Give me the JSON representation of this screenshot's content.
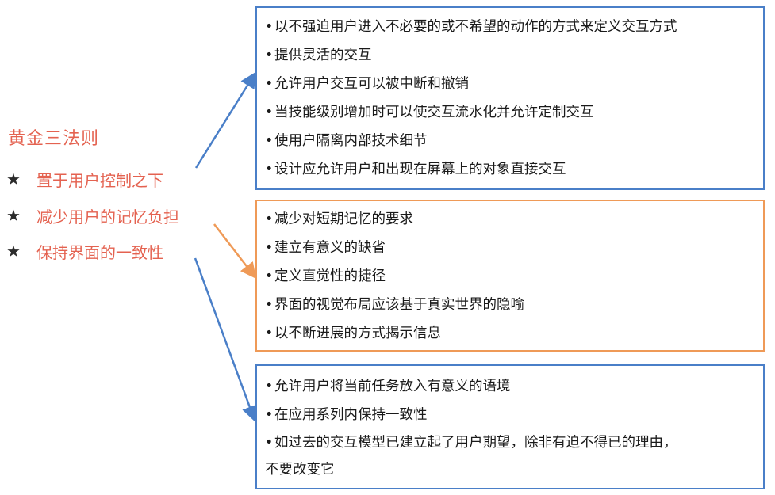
{
  "title": "黄金三法则",
  "rules": [
    {
      "star": "★",
      "label": "置于用户控制之下"
    },
    {
      "star": "★",
      "label": "减少用户的记忆负担"
    },
    {
      "star": "★",
      "label": "保持界面的一致性"
    }
  ],
  "boxes": [
    {
      "color": "#4a7fc8",
      "items": [
        "以不强迫用户进入不必要的或不希望的动作的方式来定义交互方式",
        "提供灵活的交互",
        "允许用户交互可以被中断和撤销",
        "当技能级别增加时可以使交互流水化并允许定制交互",
        "使用户隔离内部技术细节",
        "设计应允许用户和出现在屏幕上的对象直接交互"
      ]
    },
    {
      "color": "#ef9a57",
      "items": [
        "减少对短期记忆的要求",
        "建立有意义的缺省",
        "定义直觉性的捷径",
        "界面的视觉布局应该基于真实世界的隐喻",
        "以不断进展的方式揭示信息"
      ]
    },
    {
      "color": "#4a7fc8",
      "items": [
        "允许用户将当前任务放入有意义的语境",
        "在应用系列内保持一致性",
        "如过去的交互模型已建立起了用户期望，除非有迫不得已的理由，",
        "不要改变它"
      ]
    }
  ],
  "bullet": "•"
}
